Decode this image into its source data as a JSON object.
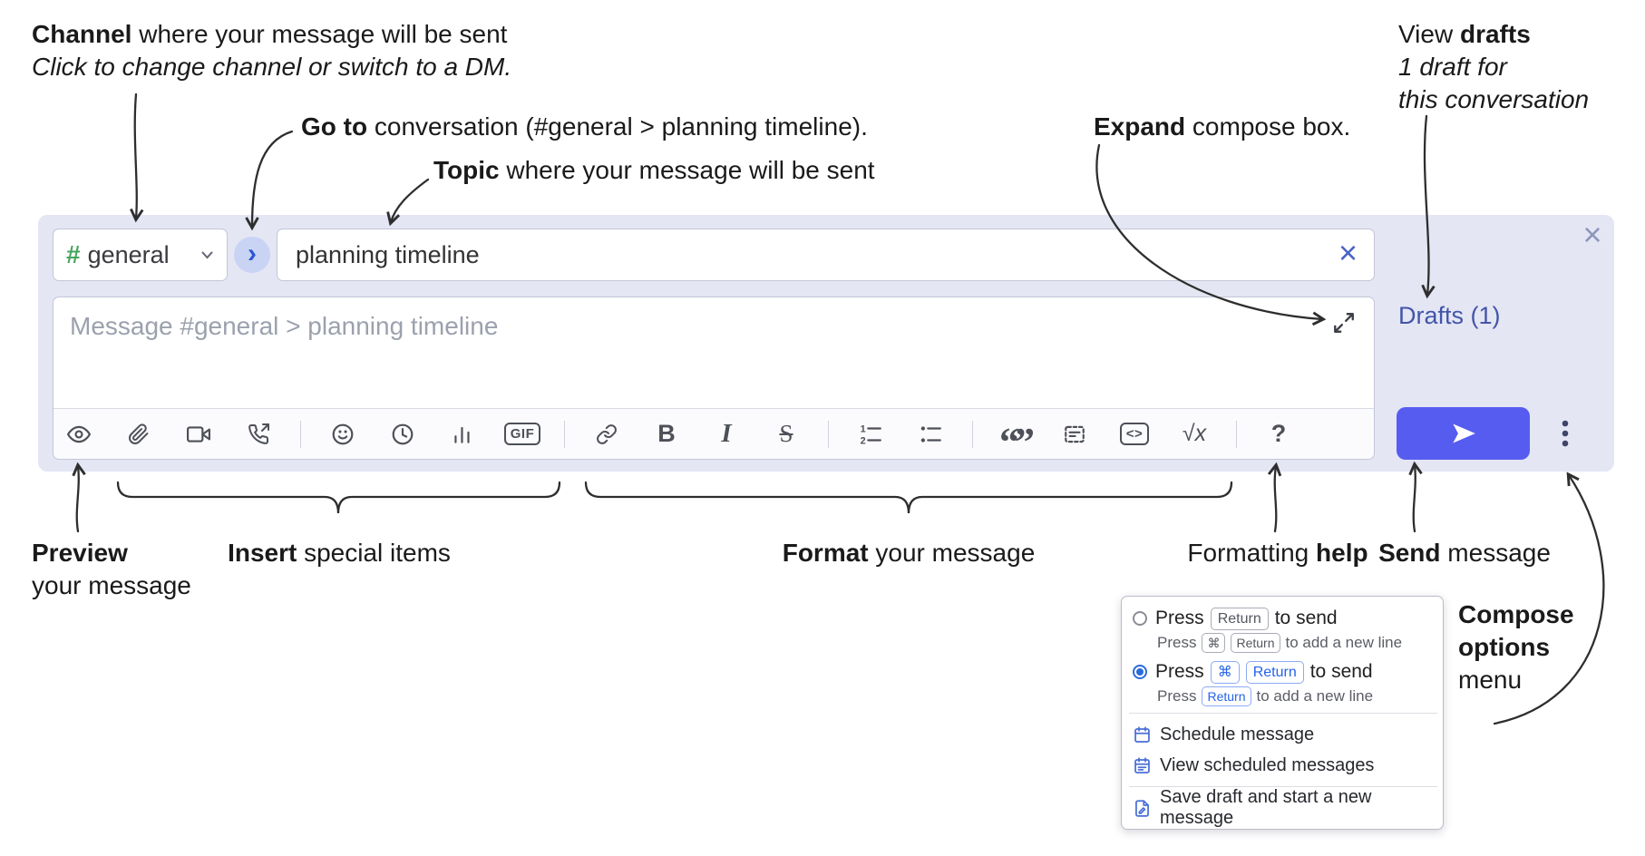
{
  "colors": {
    "compose_background": "#e4e6f4",
    "send_button": "#575cf0",
    "accent_blue": "#2b6bd9",
    "drafts_link": "#4355a8",
    "channel_hash_green": "#47a55f",
    "annotation_text": "#1a1a1a"
  },
  "annotations": {
    "channel": {
      "bold": "Channel",
      "rest": " where your message will be sent",
      "line2": "Click to change channel or switch to a DM."
    },
    "goto": {
      "bold": "Go to",
      "rest": " conversation (#general > planning timeline)."
    },
    "topic": {
      "bold": "Topic",
      "rest": " where your message will be sent"
    },
    "expand": {
      "bold": "Expand",
      "rest": " compose box."
    },
    "view_drafts": {
      "pre": "View ",
      "bold": "drafts",
      "line2": "1 draft for",
      "line3": "this conversation"
    },
    "preview": {
      "bold": "Preview",
      "line2": "your message"
    },
    "insert": {
      "bold": "Insert",
      "rest": " special items"
    },
    "format": {
      "bold": "Format",
      "rest": " your message"
    },
    "help": {
      "pre": "Formatting ",
      "bold": "help"
    },
    "send": {
      "bold": "Send",
      "rest": " message"
    },
    "compose_options": {
      "line1": "Compose",
      "line2": "options",
      "line3": "menu"
    }
  },
  "compose": {
    "channel": {
      "hash": "#",
      "name": "general"
    },
    "goto_chevron": "›",
    "topic_value": "planning timeline",
    "clear_button": "×",
    "close_button": "×",
    "message_placeholder": "Message #general > planning timeline",
    "drafts_link": "Drafts (1)",
    "toolbar": {
      "bold": "B",
      "italic": "I",
      "strike": "S",
      "gif": "GIF",
      "code": "<>",
      "math": "√x",
      "quote": "“”",
      "help": "?"
    }
  },
  "menu": {
    "options": [
      {
        "selected": false,
        "main": {
          "pre": "Press",
          "keys": [
            "Return"
          ],
          "post": "to send"
        },
        "sub": {
          "pre": "Press",
          "keys": [
            "⌘",
            "Return"
          ],
          "post": "to add a new line"
        }
      },
      {
        "selected": true,
        "main": {
          "pre": "Press",
          "keys": [
            "⌘",
            "Return"
          ],
          "post": "to send"
        },
        "sub": {
          "pre": "Press",
          "keys": [
            "Return"
          ],
          "post": "to add a new line"
        }
      }
    ],
    "items": [
      {
        "label": "Schedule message"
      },
      {
        "label": "View scheduled messages"
      },
      {
        "label": "Save draft and start a new message"
      }
    ]
  }
}
